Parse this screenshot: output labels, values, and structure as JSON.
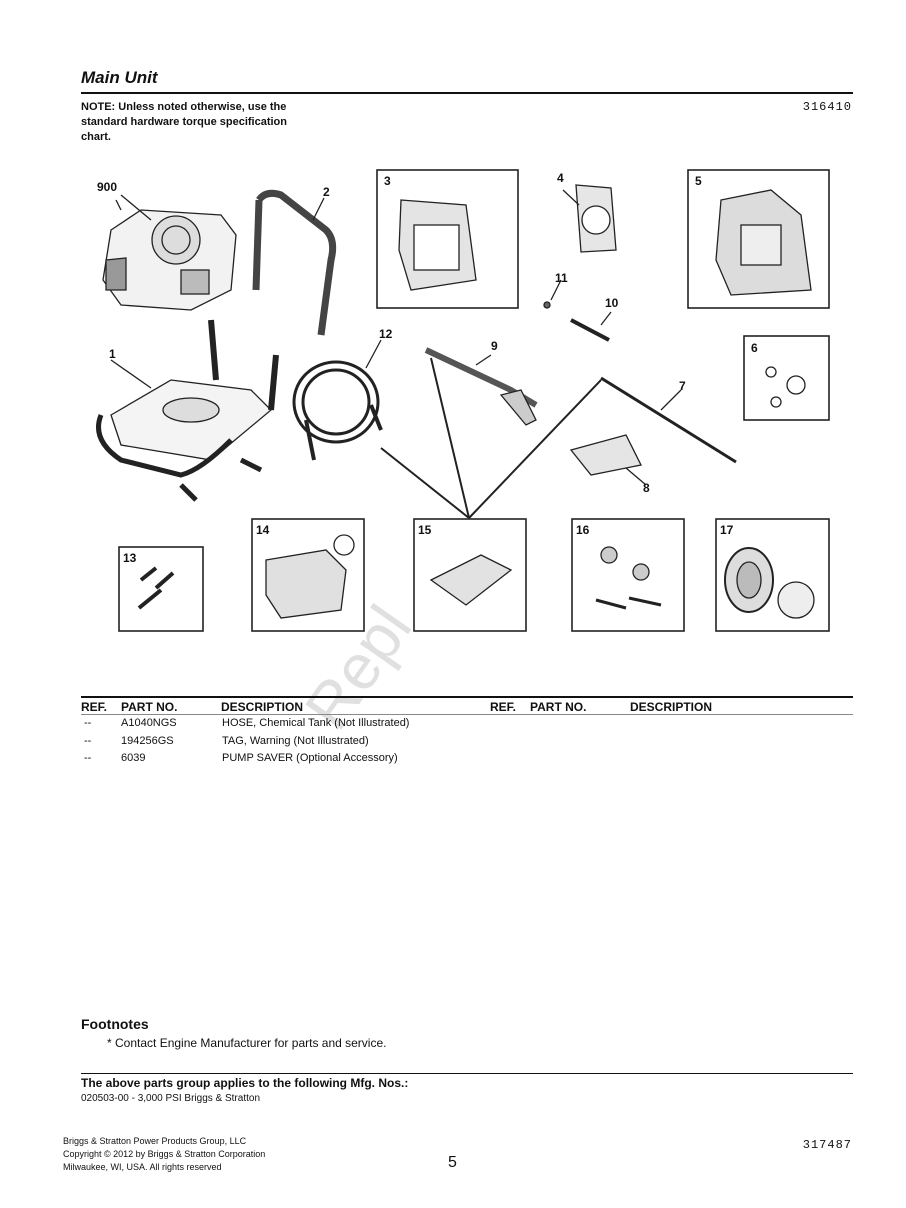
{
  "section_title": "Main Unit",
  "note": "NOTE: Unless noted otherwise, use the standard hardware torque specification chart.",
  "doc_number_top": "316410",
  "doc_number_bottom": "317487",
  "watermark": "Repl",
  "diagram_labels": {
    "engine": "900",
    "frame": "1",
    "handle": "2",
    "box3": "3",
    "part4": "4",
    "box5": "5",
    "box6": "6",
    "lance": "7",
    "part8": "8",
    "gun": "9",
    "part10": "10",
    "part11": "11",
    "hose": "12",
    "box13": "13",
    "box14": "14",
    "box15": "15",
    "box16": "16",
    "box17": "17"
  },
  "table": {
    "headers": [
      "REF.",
      "PART NO.",
      "DESCRIPTION"
    ],
    "rows": [
      {
        "ref": "--",
        "part": "A1040NGS",
        "desc": "HOSE, Chemical Tank (Not Illustrated)"
      },
      {
        "ref": "--",
        "part": "194256GS",
        "desc": "TAG, Warning (Not Illustrated)"
      },
      {
        "ref": "--",
        "part": "6039",
        "desc": "PUMP SAVER (Optional Accessory)"
      }
    ]
  },
  "footnotes": {
    "title": "Footnotes",
    "items": [
      "* Contact Engine Manufacturer for parts and service."
    ]
  },
  "applies": {
    "title": "The above parts group applies to the following Mfg. Nos.:",
    "item": "020503-00 - 3,000 PSI Briggs & Stratton"
  },
  "footer": {
    "line1": "Briggs & Stratton Power Products Group, LLC",
    "line2": "Copyright ©  2012 by Briggs & Stratton Corporation",
    "line3": "Milwaukee, WI, USA. All rights reserved",
    "page": "5"
  }
}
